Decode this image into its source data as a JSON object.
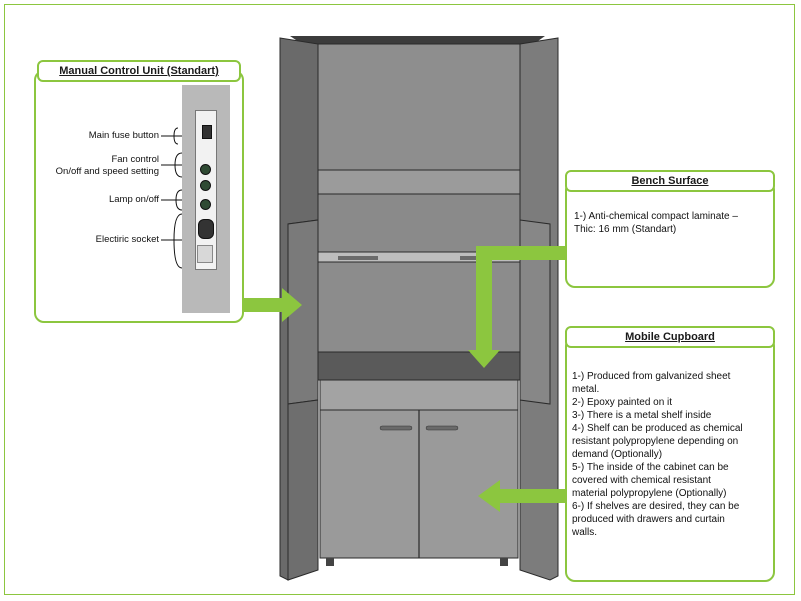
{
  "manual_control": {
    "title": "Manual Control Unit (Standart)",
    "labels": {
      "main_fuse": "Main  fuse button",
      "fan_control_line1": "Fan control",
      "fan_control_line2": "On/off and speed setting",
      "lamp": "Lamp on/off",
      "socket": "Electiric socket"
    }
  },
  "bench_surface": {
    "title": "Bench Surface",
    "lines": [
      "1-) Anti-chemical compact laminate –",
      "Thic: 16 mm (Standart)"
    ]
  },
  "mobile_cupboard": {
    "title": "Mobile Cupboard",
    "lines": [
      "1-) Produced from galvanized sheet",
      "metal.",
      "2-) Epoxy painted on it",
      "3-) There is a metal shelf inside",
      "4-) Shelf can be produced as chemical",
      "resistant polypropylene depending on",
      "demand (Optionally)",
      "5-) The inside of the cabinet can be",
      "covered with chemical resistant",
      "material polypropylene (Optionally)",
      "6-) If shelves are desired, they can be",
      "produced with drawers and curtain",
      "walls."
    ]
  },
  "colors": {
    "accent_green": "#8cc63f",
    "cabinet_gray": "#8f8f8f",
    "cabinet_dark": "#5c5c5c"
  }
}
